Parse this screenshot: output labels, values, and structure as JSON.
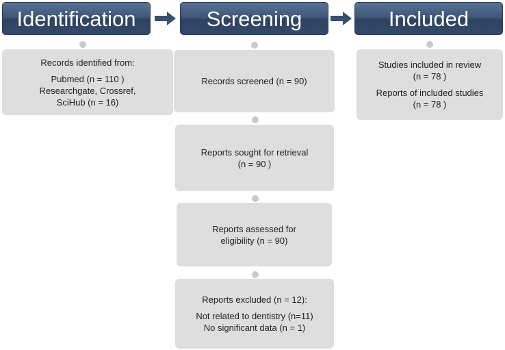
{
  "stages": {
    "identification": {
      "title": "Identification",
      "box": {
        "heading": "Records identified from:",
        "lines": [
          "Pubmed (n = 110 )",
          "Researchgate, Crossref,",
          "SciHub (n = 16)"
        ]
      }
    },
    "screening": {
      "title": "Screening",
      "boxes": [
        {
          "lines": [
            "Records screened (n = 90)"
          ]
        },
        {
          "lines": [
            "Reports sought for retrieval",
            "(n = 90 )"
          ]
        },
        {
          "lines": [
            "Reports assessed for",
            "eligibility  (n = 90)"
          ]
        },
        {
          "heading": "Reports excluded (n = 12):",
          "lines": [
            "Not related to dentistry (n=11)",
            "No significant data (n = 1)"
          ]
        }
      ]
    },
    "included": {
      "title": "Included",
      "box": {
        "groups": [
          [
            "Studies included in review",
            "(n = 78 )"
          ],
          [
            "Reports of included studies",
            "(n = 78 )"
          ]
        ]
      }
    }
  },
  "colors": {
    "header_fill": "#3d5475",
    "box_fill": "#dedede",
    "connector": "#c9c9c9",
    "arrow": "#3a4f6e"
  }
}
